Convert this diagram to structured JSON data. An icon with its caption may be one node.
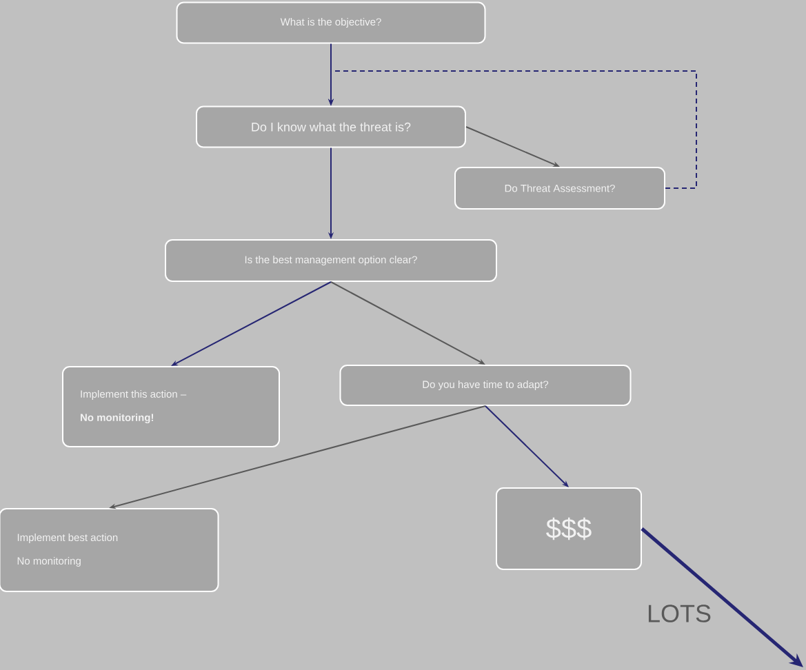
{
  "diagram": {
    "nodes": [
      {
        "text": [
          "What is the objective?"
        ]
      },
      {
        "text": [
          "Do I know what the threat is?"
        ]
      },
      {
        "text": [
          "Do Threat Assessment?"
        ]
      },
      {
        "text": [
          "Is the best management option clear?"
        ]
      },
      {
        "text": [
          "Implement this action –",
          "No monitoring!"
        ]
      },
      {
        "text": [
          "Do you have time to adapt?"
        ]
      },
      {
        "text": [
          "Implement best action",
          "No monitoring"
        ]
      },
      {
        "text": [
          "$$$"
        ]
      }
    ],
    "edges": [
      {
        "from": 0,
        "to": 1,
        "arrow": "to"
      },
      {
        "from": 1,
        "to": 2,
        "arrow": "to",
        "color": "#595959"
      },
      {
        "from": 2,
        "to": 1,
        "arrow": "to",
        "style": "dashed"
      },
      {
        "from": 1,
        "to": 3,
        "arrow": "to"
      },
      {
        "from": 3,
        "to": 4,
        "arrow": "to"
      },
      {
        "from": 3,
        "to": 5,
        "arrow": "to",
        "color": "#595959"
      },
      {
        "from": 5,
        "to": 6,
        "arrow": "to",
        "color": "#595959"
      },
      {
        "from": 5,
        "to": 7,
        "arrow": "to"
      },
      {
        "from": 7,
        "to": null,
        "arrow": "to",
        "style": "thick",
        "label": "LOTS"
      }
    ]
  }
}
